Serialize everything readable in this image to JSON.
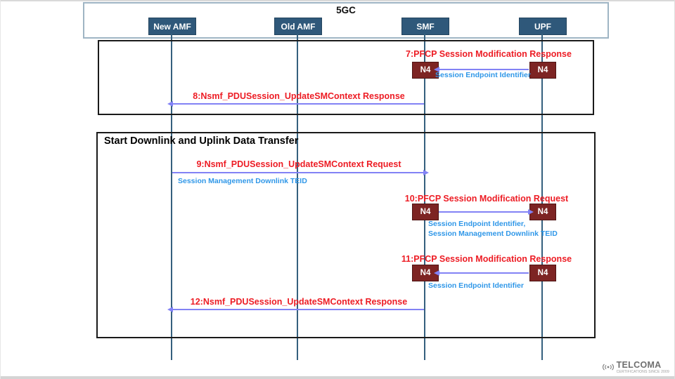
{
  "colors": {
    "red": "#ED1C24",
    "blue": "#2F97E8",
    "arrow_purple": "#8282F5",
    "entity_fill": "#2F587A",
    "n4_fill": "#7D2423",
    "block_border": "#1A1A1A",
    "outer_frame_border": "#9FB5C4",
    "lifeline": "#35607E",
    "logo_grey": "#7F7F7F"
  },
  "diagram": {
    "frame_label": "5GC",
    "entities": [
      {
        "label": "New AMF"
      },
      {
        "label": "Old AMF"
      },
      {
        "label": "SMF"
      },
      {
        "label": "UPF"
      }
    ],
    "interface_label": "N4",
    "block2_title": "Start Downlink and Uplink Data Transfer",
    "messages": [
      {
        "label": "7:PFCP Session Modification Response",
        "from": "UPF",
        "to": "SMF",
        "params": [
          "Session Endpoint Identifier"
        ]
      },
      {
        "label": "8:Nsmf_PDUSession_UpdateSMContext Response",
        "from": "SMF",
        "to": "New AMF",
        "params": []
      },
      {
        "label": "9:Nsmf_PDUSession_UpdateSMContext Request",
        "from": "New AMF",
        "to": "SMF",
        "params": [
          "Session Management Downlink TEID"
        ]
      },
      {
        "label": "10:PFCP Session Modification Request",
        "from": "SMF",
        "to": "UPF",
        "params": [
          "Session Endpoint Identifier,",
          "Session Management Downlink TEID"
        ]
      },
      {
        "label": "11:PFCP Session Modification Response",
        "from": "UPF",
        "to": "SMF",
        "params": [
          "Session Endpoint Identifier"
        ]
      },
      {
        "label": "12:Nsmf_PDUSession_UpdateSMContext Response",
        "from": "SMF",
        "to": "New AMF",
        "params": []
      }
    ],
    "logo": {
      "name": "TELCOMA",
      "tagline": "CERTIFICATIONS SINCE 2009"
    }
  }
}
